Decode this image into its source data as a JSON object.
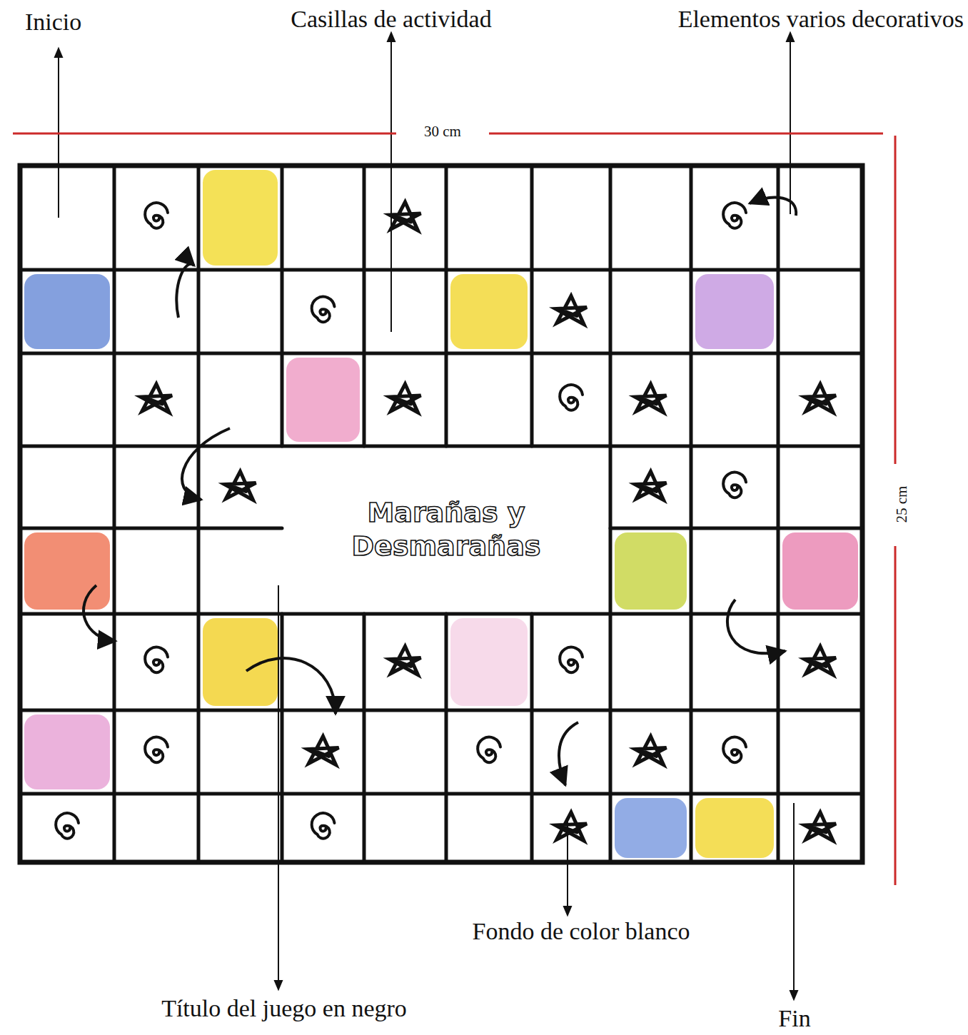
{
  "diagram": {
    "labels": [
      "Inicio",
      "Casillas de actividad",
      "Elementos varios decorativos",
      "30 cm",
      "25 cm",
      "Marañas y Desmarañas",
      "Fondo de color blanco",
      "Título del juego en negro",
      "Fin"
    ]
  }
}
